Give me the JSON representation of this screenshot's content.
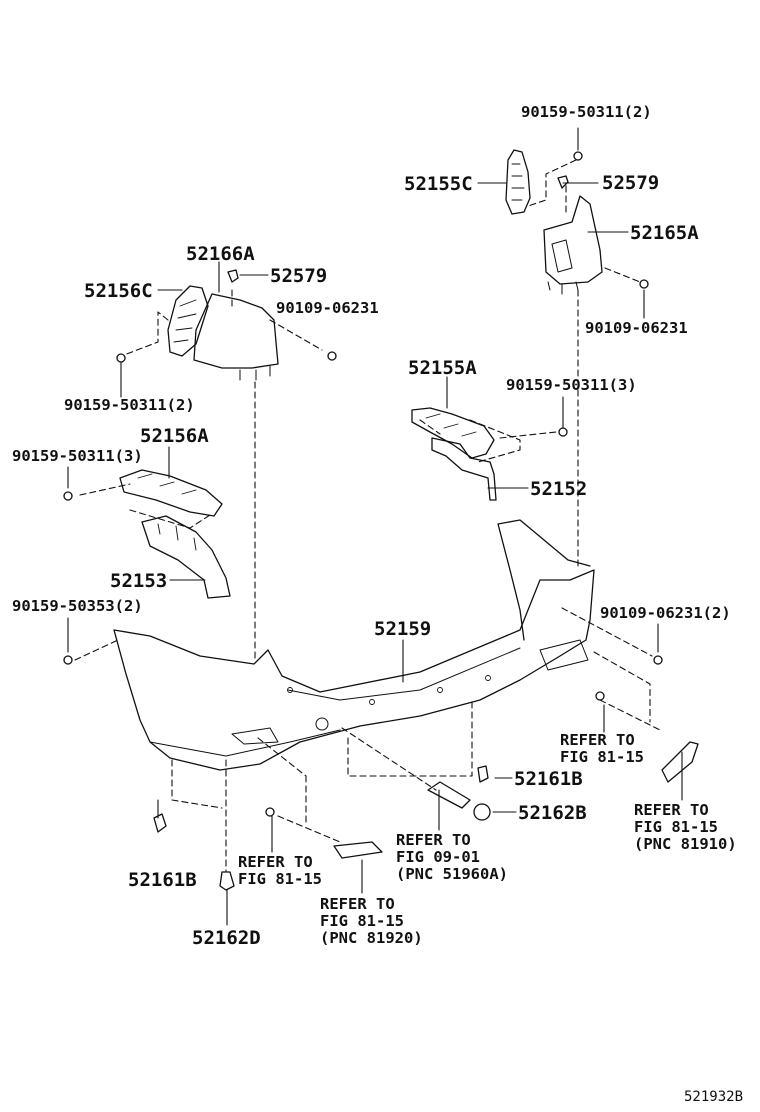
{
  "diagram_code": "521932B",
  "parts": {
    "p52155C": "52155C",
    "p52579_r": "52579",
    "p52165A": "52165A",
    "p52166A": "52166A",
    "p52579_l": "52579",
    "p52156C": "52156C",
    "p52155A": "52155A",
    "p52156A": "52156A",
    "p52152": "52152",
    "p52153": "52153",
    "p52159": "52159",
    "p52161B_r": "52161B",
    "p52162B": "52162B",
    "p52161B_l": "52161B",
    "p52162D": "52162D"
  },
  "screws": {
    "s_top_r": "90159-50311(2)",
    "s_r_mount": "90109-06231",
    "s_l_mount": "90109-06231",
    "s_l_bracket": "90159-50311(2)",
    "s_mid_r": "90159-50311(3)",
    "s_mid_l": "90159-50311(3)",
    "s_bumper_l": "90159-50353(2)",
    "s_bumper_r": "90109-06231(2)"
  },
  "references": {
    "ref_r_upper": "REFER TO\nFIG 81-15",
    "ref_r_lower": "REFER TO\nFIG 81-15\n(PNC 81910)",
    "ref_center": "REFER TO\nFIG 09-01\n(PNC 51960A)",
    "ref_l_upper": "REFER TO\nFIG 81-15",
    "ref_l_lower": "REFER TO\nFIG 81-15\n(PNC 81920)"
  }
}
